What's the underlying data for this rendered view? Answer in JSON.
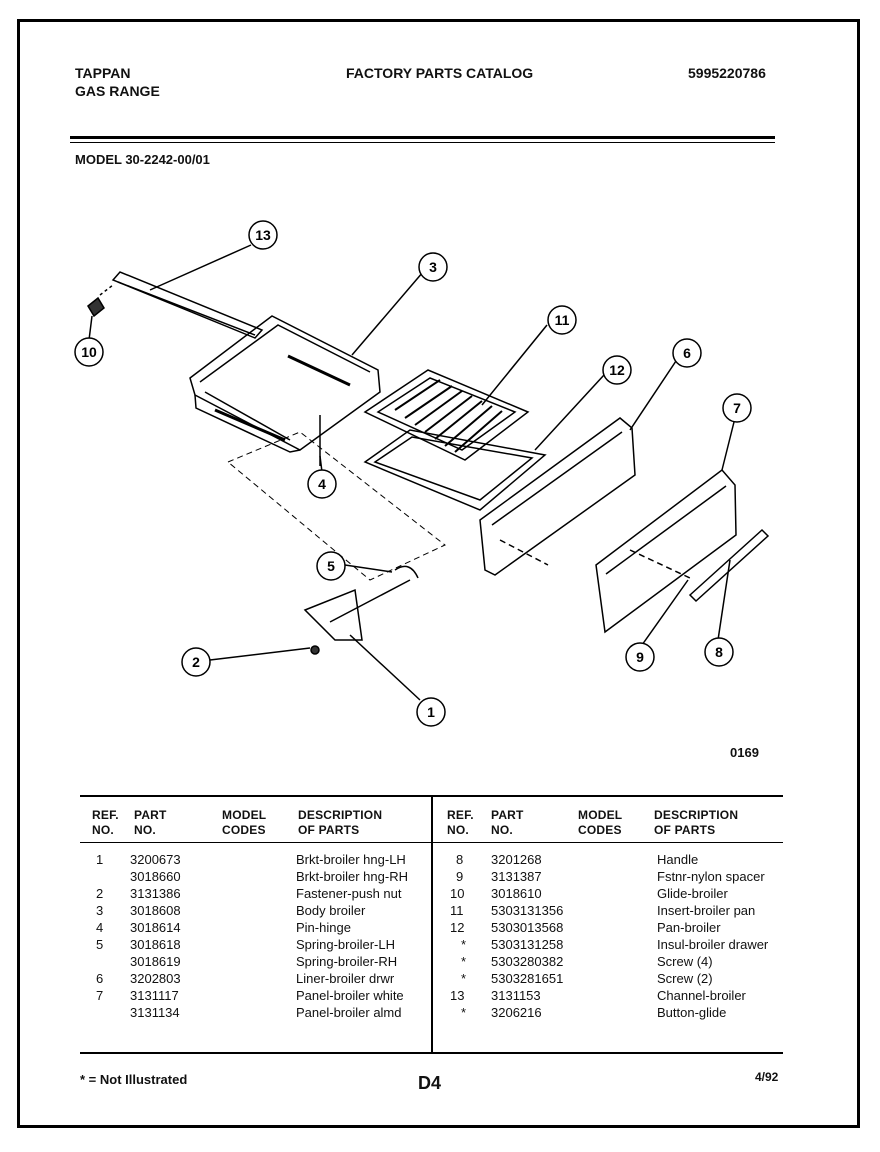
{
  "header": {
    "brand": "TAPPAN",
    "product": "GAS RANGE",
    "catalog_title": "FACTORY PARTS CATALOG",
    "catalog_number": "5995220786",
    "model_line": "MODEL 30-2242-00/01"
  },
  "diagram": {
    "callouts": [
      "13",
      "3",
      "10",
      "11",
      "12",
      "6",
      "7",
      "4",
      "5",
      "2",
      "1",
      "9",
      "8"
    ],
    "figure_code": "0169"
  },
  "table": {
    "headers": {
      "ref_1": "REF.",
      "ref_2": "NO.",
      "part_1": "PART",
      "part_2": "NO.",
      "model_1": "MODEL",
      "model_2": "CODES",
      "desc_1": "DESCRIPTION",
      "desc_2": "OF PARTS"
    },
    "left_rows": [
      {
        "ref": "1",
        "part": "3200673",
        "desc": "Brkt-broiler hng-LH"
      },
      {
        "ref": "",
        "part": "3018660",
        "desc": "Brkt-broiler hng-RH"
      },
      {
        "ref": "2",
        "part": "3131386",
        "desc": "Fastener-push nut"
      },
      {
        "ref": "3",
        "part": "3018608",
        "desc": "Body broiler"
      },
      {
        "ref": "4",
        "part": "3018614",
        "desc": "Pin-hinge"
      },
      {
        "ref": "5",
        "part": "3018618",
        "desc": "Spring-broiler-LH"
      },
      {
        "ref": "",
        "part": "3018619",
        "desc": "Spring-broiler-RH"
      },
      {
        "ref": "6",
        "part": "3202803",
        "desc": "Liner-broiler drwr"
      },
      {
        "ref": "7",
        "part": "3131117",
        "desc": "Panel-broiler white"
      },
      {
        "ref": "",
        "part": "3131134",
        "desc": "Panel-broiler almd"
      }
    ],
    "right_rows": [
      {
        "ref": "8",
        "part": "3201268",
        "desc": "Handle"
      },
      {
        "ref": "9",
        "part": "3131387",
        "desc": "Fstnr-nylon spacer"
      },
      {
        "ref": "10",
        "part": "3018610",
        "desc": "Glide-broiler"
      },
      {
        "ref": "11",
        "part": "5303131356",
        "desc": "Insert-broiler pan"
      },
      {
        "ref": "12",
        "part": "5303013568",
        "desc": "Pan-broiler"
      },
      {
        "ref": "*",
        "part": "5303131258",
        "desc": "Insul-broiler drawer"
      },
      {
        "ref": "*",
        "part": "5303280382",
        "desc": "Screw (4)"
      },
      {
        "ref": "*",
        "part": "5303281651",
        "desc": "Screw (2)"
      },
      {
        "ref": "13",
        "part": "3131153",
        "desc": "Channel-broiler"
      },
      {
        "ref": "*",
        "part": "3206216",
        "desc": "Button-glide"
      }
    ]
  },
  "footer": {
    "note": "* = Not Illustrated",
    "page": "D4",
    "date": "4/92"
  }
}
